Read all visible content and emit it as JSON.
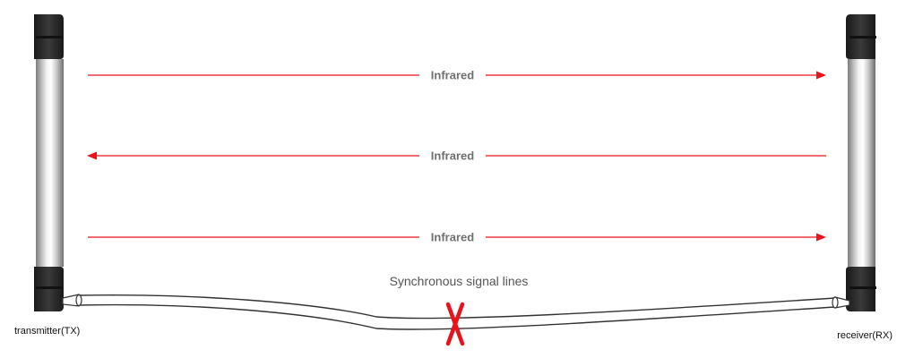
{
  "beams": [
    {
      "label": "Infrared",
      "direction": "right"
    },
    {
      "label": "Infrared",
      "direction": "left"
    },
    {
      "label": "Infrared",
      "direction": "right"
    }
  ],
  "cable": {
    "label": "Synchronous signal lines",
    "break_marker": "X"
  },
  "devices": {
    "transmitter": "transmitter(TX)",
    "receiver": "receiver(RX)"
  },
  "colors": {
    "beam": "#e8141b",
    "break": "#e8141b",
    "device_body": "#2b2b2b",
    "tube_light": "#e2e2e2",
    "tube_dark": "#8c8c8c",
    "cable": "#333333"
  }
}
